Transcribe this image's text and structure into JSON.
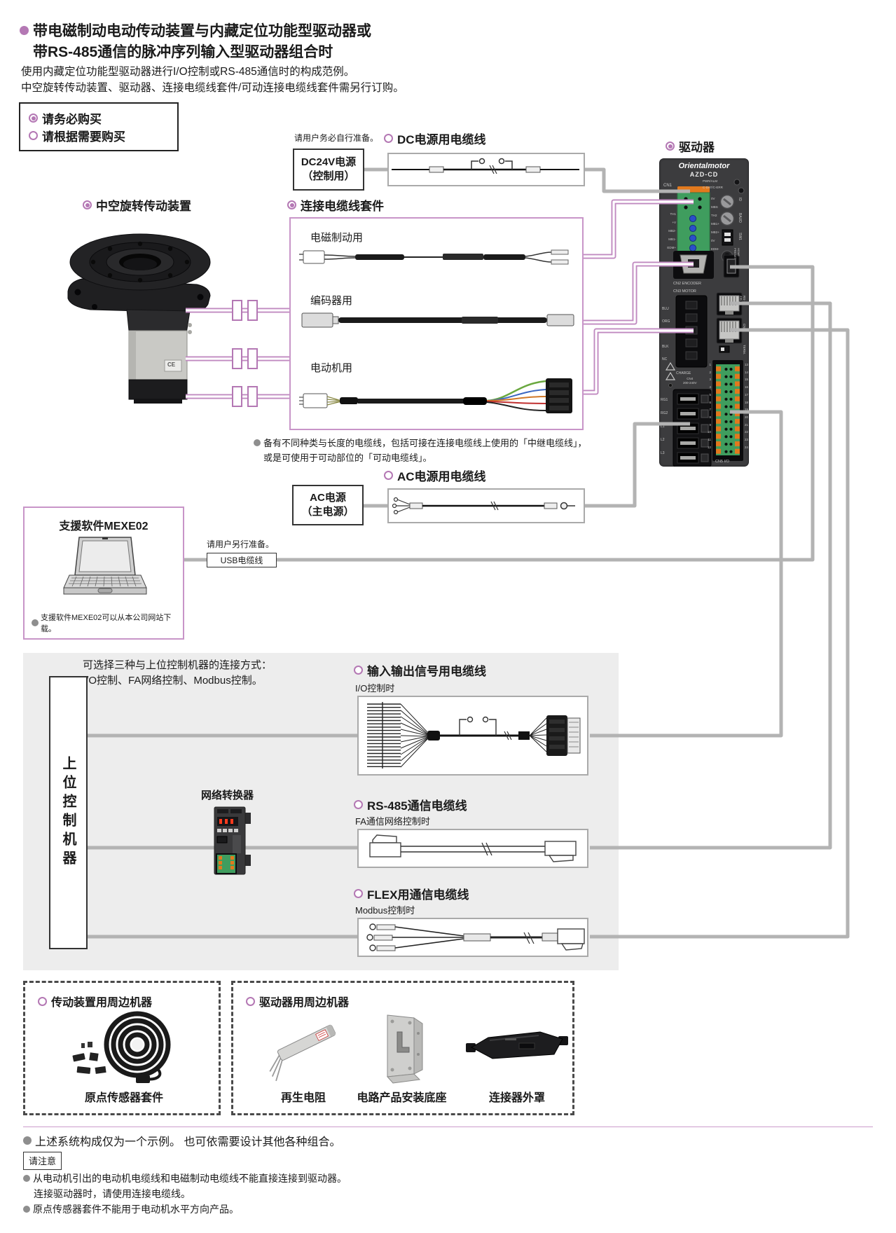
{
  "header": {
    "title_line1": "带电磁制动电动传动装置与内藏定位功能型驱动器或",
    "title_line2": "带RS-485通信的脉冲序列输入型驱动器组合时",
    "subtitle_line1": "使用内藏定位功能型驱动器进行I/O控制或RS-485通信时的构成范例。",
    "subtitle_line2": "中空旋转传动装置、驱动器、连接电缆线套件/可动连接电缆线套件需另行订购。"
  },
  "legend": {
    "required": "请务必购买",
    "optional": "请根据需要购买"
  },
  "dc": {
    "prepare_note": "请用户务必自行准备。",
    "cable_heading": "DC电源用电缆线",
    "psu_line1": "DC24V电源",
    "psu_line2": "（控制用）"
  },
  "ac": {
    "cable_heading": "AC电源用电缆线",
    "psu_line1": "AC电源",
    "psu_line2": "（主电源）"
  },
  "actuator": {
    "heading": "中空旋转传动装置",
    "ce_label": "CE"
  },
  "cable_set": {
    "heading": "连接电缆线套件",
    "items": [
      {
        "label": "电磁制动用"
      },
      {
        "label": "编码器用"
      },
      {
        "label": "电动机用"
      }
    ],
    "note_line1": "备有不同种类与长度的电缆线，包括可接在连接电缆线上使用的「中继电缆线」，",
    "note_line2": "或是可使用于可动部位的「可动电缆线」。"
  },
  "driver": {
    "heading": "驱动器",
    "brand": "Orientalmotor",
    "model": "AZD-CD",
    "labels": {
      "cn1": "CN1",
      "pwr_alm": "PWR/ALM",
      "cdat": "C-DAT/C-ERR",
      "id": "ID",
      "baud": "BAUD",
      "sw1": "SW1",
      "home": "HOME PRESET",
      "cn2": "CN2 ENCODER",
      "cn3": "CN3 MOTOR",
      "rs485": "RS-485",
      "cn7": "CN7",
      "term": "TERM.",
      "charge": "CHARGE",
      "cn4": "CN4\n200-240V",
      "cn5": "CN5 I/O"
    },
    "cn1_left_col": "TH1\n+V\nMB2-\nMB1-\nEDM+",
    "cn1_right_col": "0V\nMBS\nTH2\nMB1+\nMB2+\n0V\nEDM-",
    "cn3_wire_col": "BLU\nORG\n\nBLK\nNC",
    "power_col": "RG1\nRG2\nL1\nL2\nL3",
    "io_numbers_left": "1\n2\n3\n4\n5\n6\n7\n8\n9\n10\n11\n12",
    "io_numbers_right": "13\n14\n15\n16\n17\n18\n19\n20\n21\n22\n23\n24"
  },
  "mexe": {
    "title": "支援软件MEXE02",
    "download_note": "支援软件MEXE02可以从本公司网站下载。",
    "usb_prepare": "请用户另行准备。",
    "usb_label": "USB电缆线"
  },
  "host": {
    "intro_line1": "可选择三种与上位控制机器的连接方式：",
    "intro_line2": "I/O控制、FA网络控制、Modbus控制。",
    "controller_label": "上位控制机器",
    "converter_label": "网络转换器",
    "cables": [
      {
        "heading": "输入输出信号用电缆线",
        "sub": "I/O控制时"
      },
      {
        "heading": "RS-485通信电缆线",
        "sub": "FA通信网络控制时"
      },
      {
        "heading": "FLEX用通信电缆线",
        "sub": "Modbus控制时"
      }
    ]
  },
  "peripherals": {
    "left_title": "传动装置用周边机器",
    "left_item": "原点传感器套件",
    "right_title": "驱动器用周边机器",
    "right_items": [
      "再生电阻",
      "电路产品安装底座",
      "连接器外罩"
    ]
  },
  "footer": {
    "note1": "上述系统构成仅为一个示例。 也可依需要设计其他各种组合。",
    "notice_label": "请注意",
    "note2_line1": "从电动机引出的电动机电缆线和电磁制动电缆线不能直接连接到驱动器。",
    "note2_line2": "连接驱动器时，请使用连接电缆线。",
    "note3": "原点传感器套件不能用于电动机水平方向产品。"
  }
}
